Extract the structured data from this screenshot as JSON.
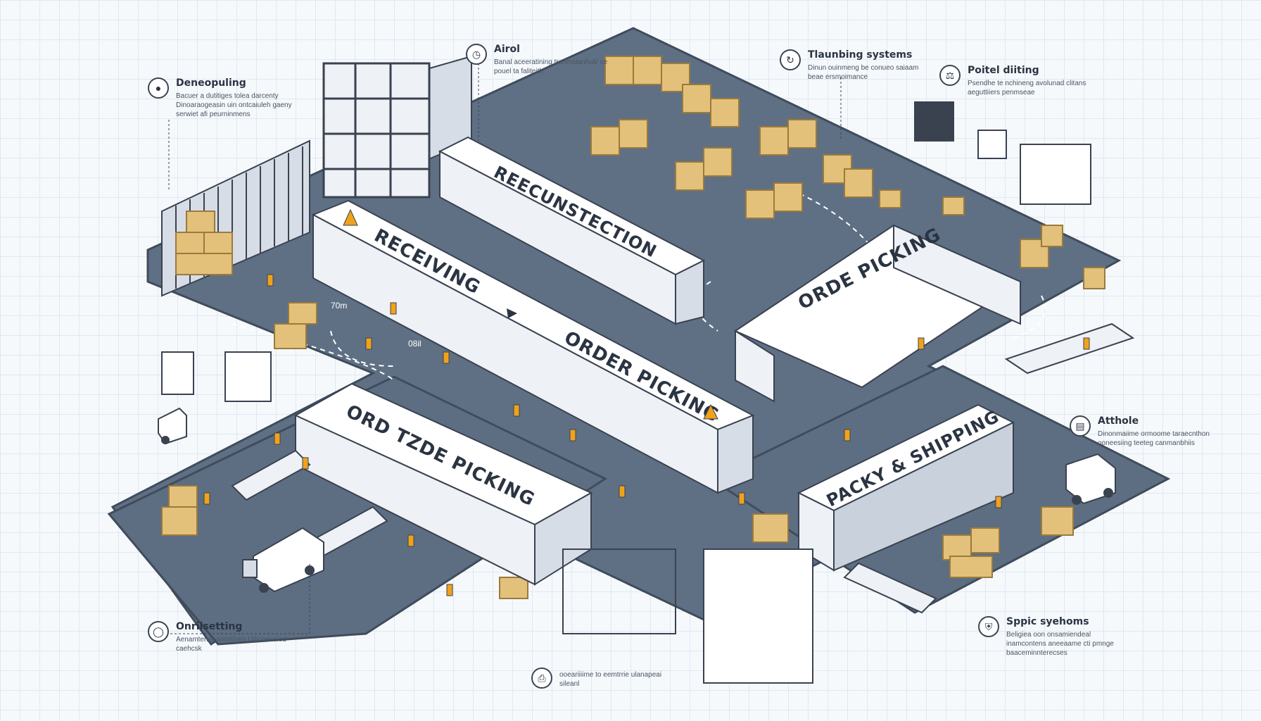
{
  "zones": {
    "receiving": "RECEIVING",
    "reconstruction": "REECUNSTECTION",
    "order_picking_center": "ORDER PICKING",
    "order_picking_right": "ORDE PICKING",
    "trade_picking": "ORD TZDE PICKING",
    "packing_shipping": "PACKY & SHIPPING"
  },
  "callouts": {
    "decoupling": {
      "icon": "person-icon",
      "title": "Deneopuling",
      "desc": "Bacuer a dutitiges tolea darcenty Dinoaraogeasin uin ontcaiuleh gaeny serwiet afi peurninmens"
    },
    "airol": {
      "icon": "clock-icon",
      "title": "Airol",
      "desc": "Banal aceeratining tranmslanhuli/ ce pouel ta faliteith"
    },
    "tracking": {
      "icon": "route-icon",
      "title": "Tlaunbing systems",
      "desc": "Dinun ouinmeng be conueo saiaam beae ersmoimance"
    },
    "portal": {
      "icon": "scale-icon",
      "title": "Poitel diiting",
      "desc": "Psendhe te nchineng avolunad clitans aeguttiiers penmseae"
    },
    "attribute": {
      "icon": "doc-icon",
      "title": "Atthole",
      "desc": "Dinonmaiime ormoome taraecnthon ooneesiing teeteg canmanbhiis"
    },
    "onsetting": {
      "icon": "ring-icon",
      "title": "Onrilsetting",
      "desc": "Aenamtenal ooostinen Uiticeeceiod caehcsk"
    },
    "shipping_systems": {
      "icon": "shield-icon",
      "title": "Sppic syehoms",
      "desc": "Beligiea oon onsamiendeal inamcontens aneeaame cti pmnge baaceminnterecses"
    },
    "bottom": {
      "icon": "printer-icon",
      "desc": "ooeariiiime to eemtrrie ulanapeai sileanl"
    }
  },
  "floor_marks": {
    "mark_a": "70m",
    "mark_b": "08il"
  },
  "colors": {
    "floor": "#5f7085",
    "floor_edge": "#3f4c5c",
    "wall": "#eef1f5",
    "roof": "#ffffff",
    "box": "#e3c17b",
    "box_edge": "#9a7a3c",
    "worker": "#f0a21b",
    "rack": "#3a4250"
  }
}
